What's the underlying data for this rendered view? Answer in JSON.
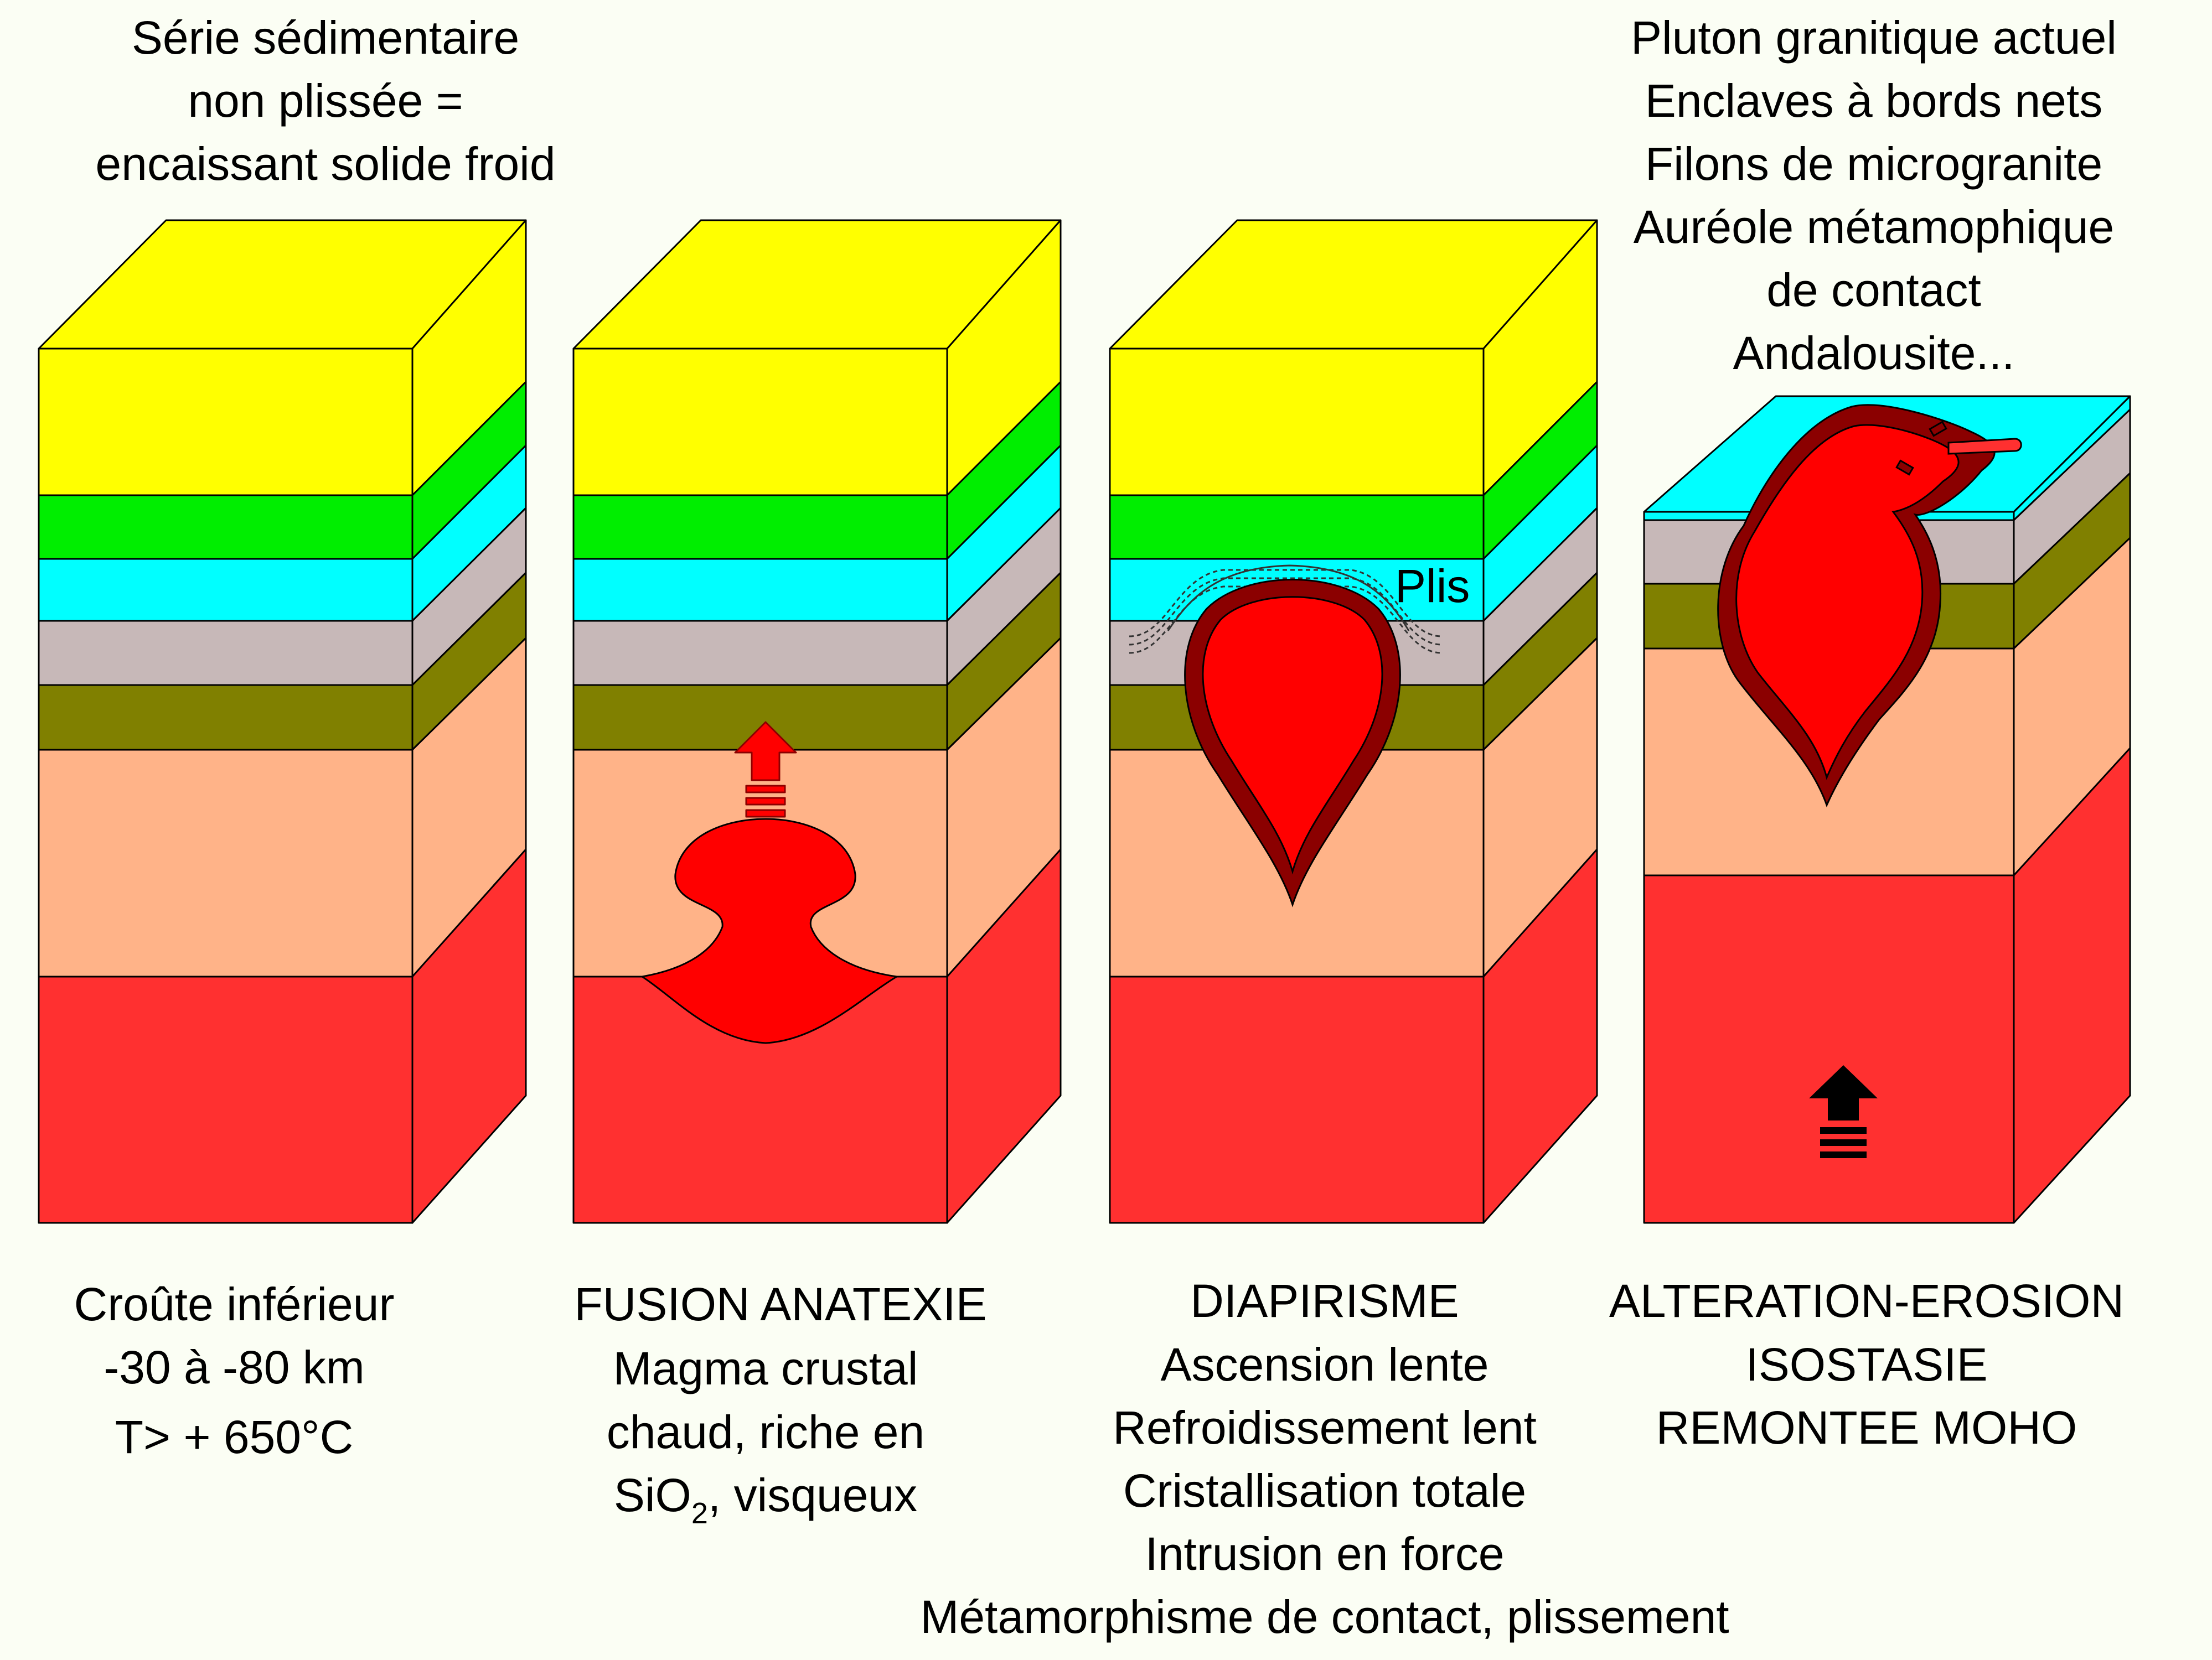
{
  "colors": {
    "background": "#fbfef4",
    "layer_yellow": "#ffff00",
    "layer_green": "#00ee00",
    "layer_cyan": "#00ffff",
    "layer_grey": "#c7b8b8",
    "layer_olive": "#808000",
    "layer_tan": "#ffb388",
    "layer_red": "#ff3030",
    "magma": "#ff0000",
    "magma_rim": "#8b0000",
    "outline": "#000000"
  },
  "panel1": {
    "top_caption": [
      "Série sédimentaire",
      "non plissée =",
      "encaissant solide froid"
    ],
    "bottom_caption": [
      "Croûte inférieur",
      "-30 à -80 km",
      "T> + 650°C"
    ]
  },
  "panel2": {
    "bottom_caption": {
      "line1": "FUSION ANATEXIE",
      "line2": "Magma crustal",
      "line3": "chaud, riche en",
      "line4_pre": "SiO",
      "line4_sub": "2",
      "line4_post": ", visqueux"
    },
    "arrow_icon": "red-upward-arrow"
  },
  "panel3": {
    "fold_label": "Plis",
    "bottom_caption": [
      "DIAPIRISME",
      "Ascension lente",
      "Refroidissement lent",
      "Cristallisation totale",
      "Intrusion en force",
      "Métamorphisme de contact, plissement"
    ]
  },
  "panel4": {
    "top_caption": [
      "Pluton granitique actuel",
      "Enclaves à bords nets",
      "Filons de microgranite",
      "Auréole métamophique",
      "de contact",
      "Andalousite..."
    ],
    "bottom_caption": [
      "ALTERATION-EROSION",
      "ISOSTASIE",
      "REMONTEE MOHO"
    ],
    "arrow_icon": "black-upward-arrow"
  }
}
